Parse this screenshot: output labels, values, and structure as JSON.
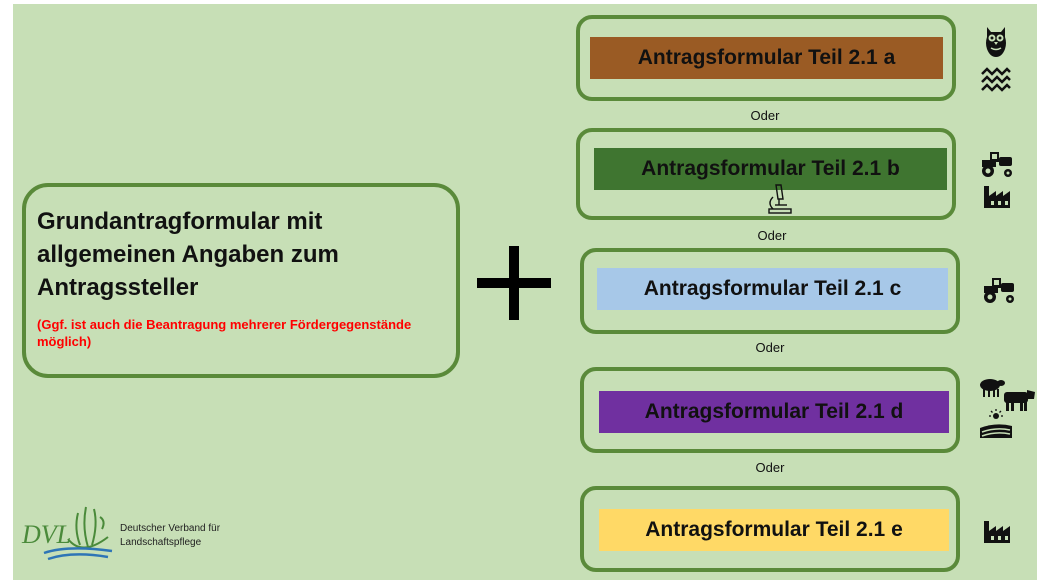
{
  "colors": {
    "background": "#c7dfb6",
    "border": "#5a8a3a",
    "note": "#ff0000",
    "form_a": "#9a5b24",
    "form_b": "#3f7530",
    "form_c": "#a7c8e8",
    "form_d": "#7030a0",
    "form_e": "#ffd966"
  },
  "main": {
    "title": "Grundantragformular mit allgemeinen Angaben zum Antragssteller",
    "note": "(Ggf. ist auch die Beantragung mehrerer Fördergegenstände möglich)"
  },
  "options": [
    {
      "label": "Antragsformular Teil 2.1 a",
      "icons": [
        "owl-icon",
        "water-waves-icon"
      ]
    },
    {
      "label": "Antragsformular Teil 2.1 b",
      "icons": [
        "tractor-icon",
        "factory-icon",
        "microscope-icon"
      ]
    },
    {
      "label": "Antragsformular Teil 2.1 c",
      "icons": [
        "tractor-icon"
      ]
    },
    {
      "label": "Antragsformular Teil 2.1 d",
      "icons": [
        "sheep-icon",
        "cow-icon",
        "sunlit-field-icon"
      ]
    },
    {
      "label": "Antragsformular Teil 2.1 e",
      "icons": [
        "factory-icon"
      ]
    }
  ],
  "separators": [
    "Oder",
    "Oder",
    "Oder",
    "Oder"
  ],
  "logo": {
    "mark": "DVL",
    "line1": "Deutscher Verband für",
    "line2": "Landschaftspflege"
  }
}
